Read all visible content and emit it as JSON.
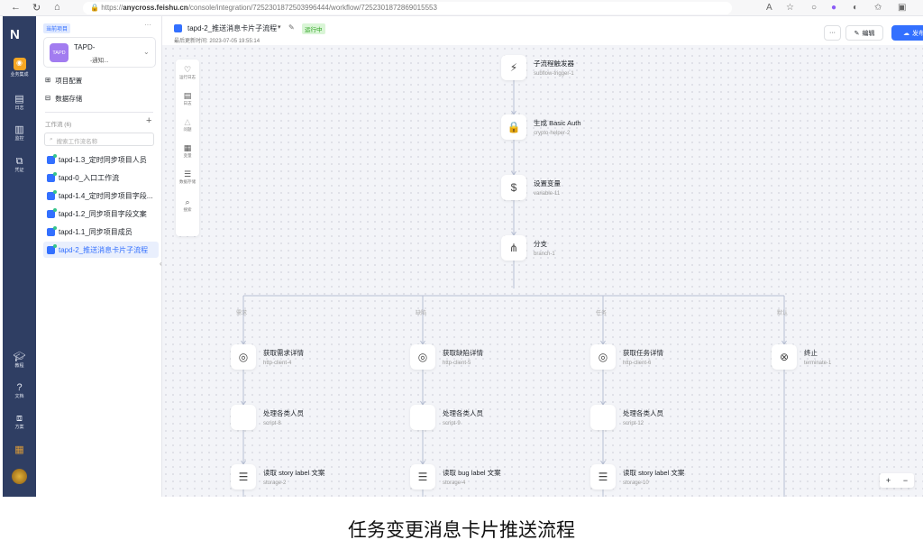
{
  "browser": {
    "url_prefix": "https://",
    "url_domain": "anycross.feishu.cn",
    "url_path": "/console/integration/7252301872503996444/workflow/7252301872869015553"
  },
  "rail": {
    "items": [
      {
        "label": "业务集成",
        "icon": "box-icon"
      },
      {
        "label": "日志",
        "icon": "log-icon"
      },
      {
        "label": "监控",
        "icon": "chart-icon"
      },
      {
        "label": "凭证",
        "icon": "link-icon"
      },
      {
        "label": "教程",
        "icon": "graduation-icon"
      },
      {
        "label": "文档",
        "icon": "help-icon"
      },
      {
        "label": "方案",
        "icon": "solution-icon"
      }
    ]
  },
  "panel": {
    "tag": "当前项目",
    "project_name": "TAPD-",
    "project_sub": "-通知...",
    "project_avatar": "TAPD",
    "menu": [
      "项目配置",
      "数据存储"
    ],
    "workflows_label": "工作流 (6)",
    "search_placeholder": "搜索工作流名称",
    "workflows": [
      "tapd-1.3_定时同步项目人员",
      "tapd-0_入口工作流",
      "tapd-1.4_定时同步项目字段...",
      "tapd-1.2_同步项目字段文案",
      "tapd-1.1_同步项目成员",
      "tapd-2_推送消息卡片子流程"
    ]
  },
  "header": {
    "title": "tapd-2_推送消息卡片子流程",
    "status": "运行中",
    "updated": "最后更新时间: 2023-07-05 19:55:14",
    "more": "···",
    "edit": "编辑",
    "publish": "发布"
  },
  "tools": [
    "运行日志",
    "日志",
    "问题",
    "变量",
    "数据存储",
    "搜索"
  ],
  "flow": {
    "main": [
      {
        "title": "子流程触发器",
        "id": "subflow-trigger-1",
        "icon": "⚡"
      },
      {
        "title": "生成 Basic Auth",
        "id": "crypto-helper-2",
        "icon": "🔒"
      },
      {
        "title": "设置变量",
        "id": "variable-11",
        "icon": "$"
      },
      {
        "title": "分支",
        "id": "branch-1",
        "icon": "⋔"
      }
    ],
    "branches": [
      {
        "label": "需求",
        "nodes": [
          {
            "title": "获取需求详情",
            "id": "http-client-4",
            "icon": "◎"
          },
          {
            "title": "处理各类人员",
            "id": "script-8",
            "icon": "</>"
          },
          {
            "title": "读取 story label 文案",
            "id": "storage-2",
            "icon": "☰"
          }
        ]
      },
      {
        "label": "缺陷",
        "nodes": [
          {
            "title": "获取缺陷详情",
            "id": "http-client-5",
            "icon": "◎"
          },
          {
            "title": "处理各类人员",
            "id": "script-9",
            "icon": "</>"
          },
          {
            "title": "读取 bug label 文案",
            "id": "storage-4",
            "icon": "☰"
          }
        ]
      },
      {
        "label": "任务",
        "nodes": [
          {
            "title": "获取任务详情",
            "id": "http-client-6",
            "icon": "◎"
          },
          {
            "title": "处理各类人员",
            "id": "script-12",
            "icon": "</>"
          },
          {
            "title": "读取 story label 文案",
            "id": "storage-10",
            "icon": "☰"
          }
        ]
      },
      {
        "label": "默认",
        "nodes": [
          {
            "title": "终止",
            "id": "terminate-1",
            "icon": "⊗"
          }
        ]
      }
    ]
  },
  "zoom": {
    "in": "+",
    "out": "−"
  },
  "caption": "任务变更消息卡片推送流程"
}
